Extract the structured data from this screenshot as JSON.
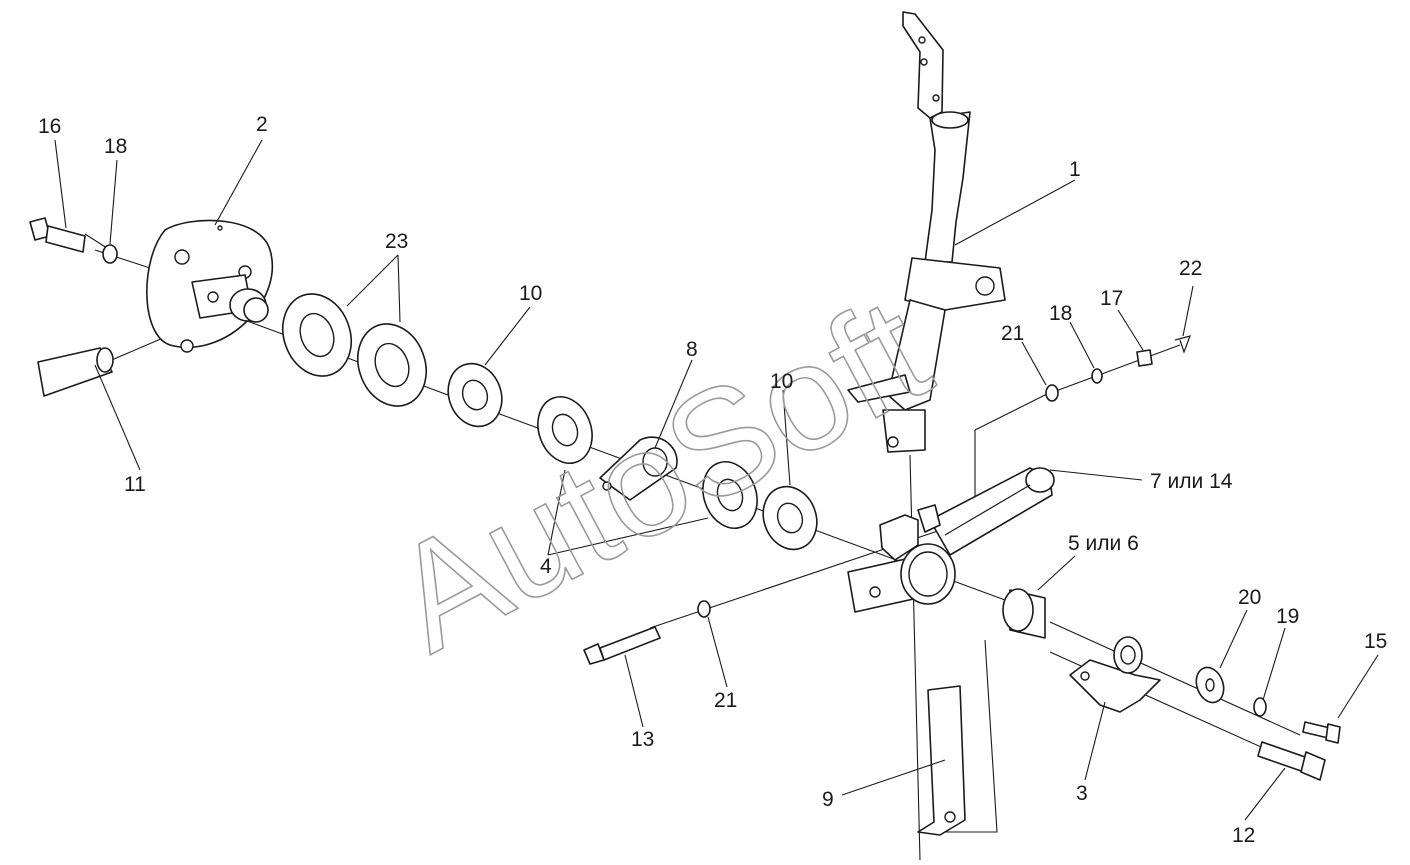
{
  "watermark": "AutoSoft",
  "callouts": {
    "c1": "1",
    "c2": "2",
    "c3": "3",
    "c4": "4",
    "c5or6": "5 или 6",
    "c7or14": "7 или 14",
    "c8": "8",
    "c9": "9",
    "c10a": "10",
    "c10b": "10",
    "c11": "11",
    "c12": "12",
    "c13": "13",
    "c15": "15",
    "c16": "16",
    "c17": "17",
    "c18a": "18",
    "c18b": "18",
    "c19": "19",
    "c20": "20",
    "c21a": "21",
    "c21b": "21",
    "c22": "22",
    "c23": "23"
  }
}
